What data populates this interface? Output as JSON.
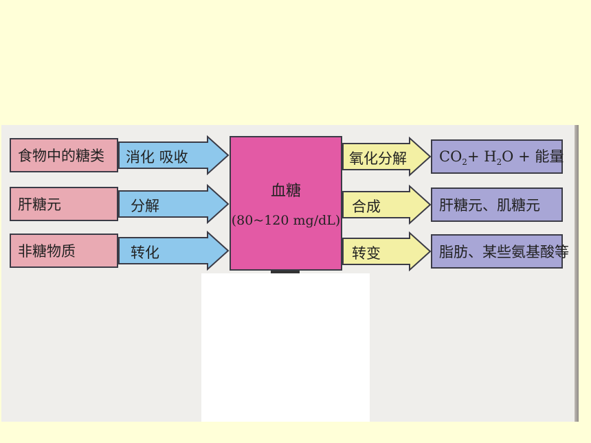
{
  "diagram": {
    "sources": [
      {
        "label": "食物中的糖类",
        "arrow": "消化 吸收"
      },
      {
        "label": "肝糖元",
        "arrow": "分解"
      },
      {
        "label": "非糖物质",
        "arrow": "转化"
      }
    ],
    "center": {
      "title": "血糖",
      "range": "(80~120 mg/dL)"
    },
    "outputs": [
      {
        "arrow": "氧化分解",
        "label_parts": [
          "CO",
          "2",
          "+ H",
          "2",
          "O + 能量"
        ]
      },
      {
        "arrow": "合成",
        "label": "肝糖元、肌糖元"
      },
      {
        "arrow": "转变",
        "label": "脂肪、某些氨基酸等"
      }
    ],
    "colors": {
      "background": "#ffffd8",
      "panel": "#efeeeb",
      "source_box": "#e9aab3",
      "input_arrow": "#8ec8ec",
      "center_box": "#e35aa5",
      "output_arrow": "#f3f0a4",
      "output_box": "#a8a6d6"
    }
  }
}
